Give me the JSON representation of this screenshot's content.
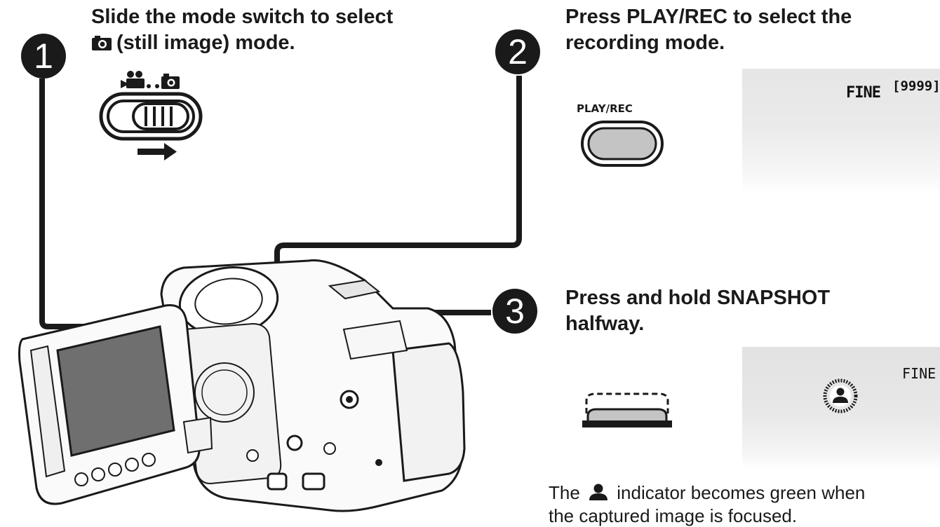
{
  "steps": [
    {
      "number": "1",
      "lines": [
        "Slide the mode switch to select",
        "(still image) mode."
      ]
    },
    {
      "number": "2",
      "lines": [
        "Press PLAY/REC to select the",
        "recording mode."
      ]
    },
    {
      "number": "3",
      "lines": [
        "Press and hold SNAPSHOT",
        "halfway."
      ]
    }
  ],
  "play_rec_label": "PLAY/REC",
  "screen1": {
    "quality": "FINE",
    "count": "[9999]"
  },
  "screen2": {
    "quality": "FINE"
  },
  "note": {
    "before": "The",
    "after": "indicator becomes green when",
    "line2": "the captured image is focused."
  },
  "colors": {
    "ink": "#1a1a1a",
    "screen": "#e8e8e8"
  },
  "icons": [
    "still-camera-icon",
    "movie-camera-icon",
    "person-icon",
    "arrow-right-icon"
  ]
}
